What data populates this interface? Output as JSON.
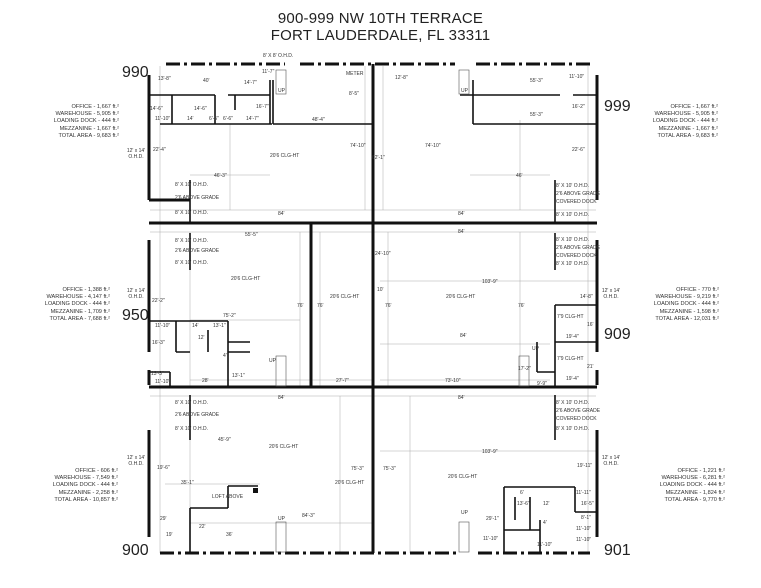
{
  "header": {
    "line1": "900-999 NW 10TH TERRACE",
    "line2": "FORT LAUDERDALE, FL 33311"
  },
  "units": [
    {
      "number": "990",
      "office": "OFFICE - 1,667 ft.²",
      "warehouse": "WAREHOUSE - 5,905 ft.²",
      "dock": "LOADING DOCK - 444 ft.²",
      "mezz": "MEZZANINE - 1,667 ft.²",
      "total": "TOTAL AREA - 9,683 ft.²"
    },
    {
      "number": "999",
      "office": "OFFICE - 1,667 ft.²",
      "warehouse": "WAREHOUSE - 5,905 ft.²",
      "dock": "LOADING DOCK - 444 ft.²",
      "mezz": "MEZZANINE - 1,667 ft.²",
      "total": "TOTAL AREA - 9,683 ft.²"
    },
    {
      "number": "950",
      "office": "OFFICE - 1,388 ft.²",
      "warehouse": "WAREHOUSE - 4,147 ft.²",
      "dock": "LOADING DOCK - 444 ft.²",
      "mezz": "MEZZANINE - 1,709 ft.²",
      "total": "TOTAL AREA - 7,688 ft.²"
    },
    {
      "number": "909",
      "office": "OFFICE - 770 ft.²",
      "warehouse": "WAREHOUSE - 9,219 ft.²",
      "dock": "LOADING DOCK - 444 ft.²",
      "mezz": "MEZZANINE - 1,598 ft.²",
      "total": "TOTAL AREA - 12,031 ft.²"
    },
    {
      "number": "900",
      "office": "OFFICE - 606 ft.²",
      "warehouse": "WAREHOUSE - 7,549 ft.²",
      "dock": "LOADING DOCK - 444 ft.²",
      "mezz": "MEZZANINE - 2,258 ft.²",
      "total": "TOTAL AREA - 10,857 ft.²"
    },
    {
      "number": "901",
      "office": "OFFICE - 1,221 ft.²",
      "warehouse": "WAREHOUSE - 6,281 ft.²",
      "dock": "LOADING DOCK - 444 ft.²",
      "mezz": "MEZZANINE - 1,824 ft.²",
      "total": "TOTAL AREA - 9,770 ft.²"
    }
  ],
  "labels": {
    "ohd_top": "8' X 8' O.H.D.",
    "meter": "METER",
    "d1": "13'-8\"",
    "d2": "40'",
    "d3": "14'-7\"",
    "d4": "11'-7\"",
    "d5": "14'-6\"",
    "d6": "14'-6\"",
    "d7": "11'-10\"",
    "d8": "14'",
    "d9": "6'-5\"",
    "d10": "6'-6\"",
    "d11": "14'-7\"",
    "d12": "16'-7\"",
    "d13": "48'-4\"",
    "d14": "22'-4\"",
    "d15": "74'-10\"",
    "d16": "46'-3\"",
    "d17": "84'",
    "d18": "12'-8\"",
    "d19": "8'-5\"",
    "d20": "55'-3\"",
    "d21": "11'-10\"",
    "d22": "16'-2\"",
    "d23": "55'-3\"",
    "d24": "22'-6\"",
    "d25": "74'-10\"",
    "d26": "62'-1\"",
    "d27": "46'",
    "d28": "84'",
    "d29": "55'-5\"",
    "d30": "84'",
    "d31": "24'-10\"",
    "d32": "103'-9\"",
    "d33": "10'",
    "d34": "22'-2\"",
    "d35": "76'",
    "d36": "76'",
    "d37": "76'",
    "d38": "76'",
    "d39": "75'-2\"",
    "d40": "84'",
    "d41": "14'-8\"",
    "d42": "11'-10\"",
    "d43": "14'",
    "d44": "13'-1\"",
    "d45": "16'-3\"",
    "d46": "12'",
    "d47": "4'",
    "d48": "13'-3\"",
    "d49": "11'-10\"",
    "d50": "28'",
    "d51": "13'-1\"",
    "d52": "27'-7\"",
    "d53": "73'-10\"",
    "d54": "17'-2\"",
    "d55": "9'-9\"",
    "d56": "19'-4\"",
    "d57": "19'-4\"",
    "d58": "16'",
    "d59": "21'",
    "d60": "84'",
    "d61": "84'",
    "d62": "45'-9\"",
    "d63": "103'-9\"",
    "d64": "19'-6\"",
    "d65": "35'-1\"",
    "d66": "75'-3\"",
    "d67": "75'-3\"",
    "d68": "19'-11\"",
    "d69": "29'",
    "d70": "19'",
    "d71": "22'",
    "d72": "36'",
    "d73": "84'-3\"",
    "d74": "29'-1\"",
    "d75": "13'-6\"",
    "d76": "11'-10\"",
    "d77": "11'-10\"",
    "d78": "11'-11\"",
    "d79": "16'-5\"",
    "d80": "8'-1\"",
    "d81": "11'-10\"",
    "d82": "11'-10\"",
    "d83": "12'",
    "d84": "4'",
    "d85": "6'",
    "clg": "20'6 CLG-HT",
    "clg79": "7'9 CLG-HT",
    "ohd1214": "12' x 14' O.H.D.",
    "ohd810": "8' X 10' O.H.D.",
    "above_grade": "2'6 ABOVE GRADE",
    "covered_dock": "COVERED DOCK",
    "up": "UP",
    "loft": "LOFT ABOVE"
  }
}
